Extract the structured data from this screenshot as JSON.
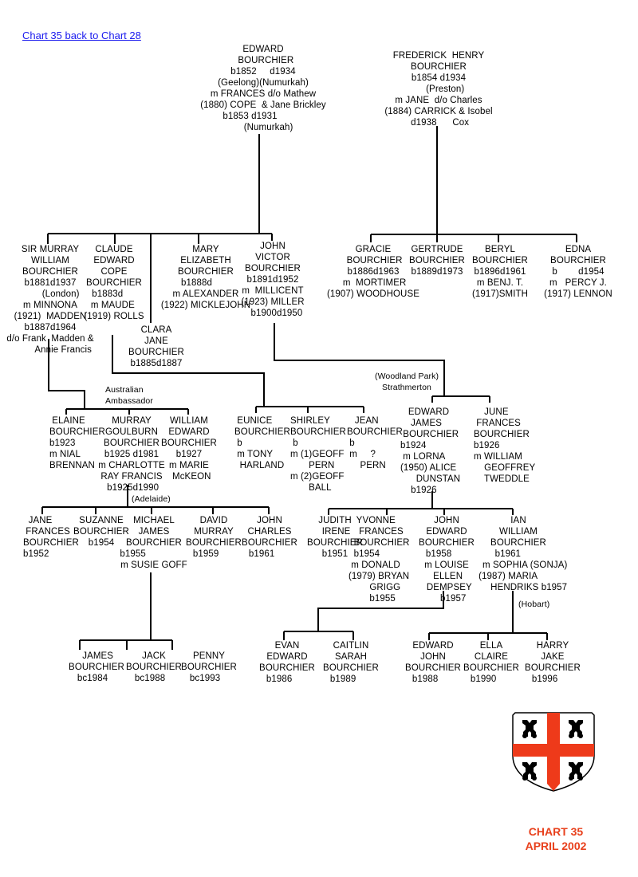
{
  "nav": {
    "back_link": "Chart 35 back to Chart 28"
  },
  "people": {
    "edward": "EDWARD\n  BOURCHIER\nb1852     d1934\n(Geelong)(Numurkah)\nm FRANCES d/o Mathew\n(1880) COPE  & Jane Brickley\nb1853 d1931          \n    (Numurkah)",
    "frederick": "FREDERICK  HENRY\nBOURCHIER\nb1854 d1934\n     (Preston)\nm JANE  d/o Charles\n(1884) CARRICK & Isobel\n d1938      Cox",
    "sir_murray": "SIR MURRAY\nWILLIAM\nBOURCHIER\nb1881d1937\n        (London)\nm MINNONA\n(1921)  MADDEN\nb1887d1964\nd/o Frank  Madden &\n          Annie Francis",
    "claude": "CLAUDE\nEDWARD\nCOPE\nBOURCHIER\nb1883d     \nm MAUDE \n(1919) ROLLS",
    "mary": "MARY\nELIZABETH\nBOURCHIER\nb1888d       \nm ALEXANDER\n(1922) MICKLEJOHN",
    "john_victor": "JOHN\nVICTOR\nBOURCHIER\nb1891d1952\nm  MILLICENT\n(1923) MILLER\n   b1900d1950",
    "clara": "CLARA\nJANE\nBOURCHIER\nb1885d1887",
    "gracie": "GRACIE\n BOURCHIER\nb1886d1963\n m  MORTIMER\n(1907) WOODHOUSE",
    "gertrude": "GERTRUDE\nBOURCHIER\nb1889d1973",
    "beryl": "BERYL\nBOURCHIER\nb1896d1961\nm BENJ. T.\n(1917)SMITH",
    "edna": "EDNA\nBOURCHIER\nb        d1954\nm   PERCY J.\n(1917) LENNON",
    "elaine": " ELAINE\nBOURCHIER\nb1923\nm NIAL\nBRENNAN",
    "murray_goulburn": "MURRAY\nGOULBURN\nBOURCHIER\nb1925 d1981\nm CHARLOTTE\nRAY FRANCIS\n b1925d1990",
    "william_edward": "WILLIAM\nEDWARD\nBOURCHIER\nb1927\nm MARIE\n  McKEON",
    "eunice": " EUNICE\nBOURCHIER\n b\n m TONY\n  HARLAND",
    "shirley": "SHIRLEY\nBOURCHIER\n b\nm (1)GEOFF\n       PERN\nm (2)GEOFF\n       BALL",
    "jean": "   JEAN\nBOURCHIER\n b\n m     ?\n     PERN",
    "edward_james": "   EDWARD\n    JAMES\n BOURCHIER\nb1924\n m LORNA\n(1950) ALICE\n      DUNSTAN\n    b1926",
    "june": "    JUNE\n FRANCES\nBOURCHIER\nb1926\nm WILLIAM\n    GEOFFREY\n    TWEDDLE",
    "jane_frances": "  JANE\n FRANCES\nBOURCHIER\nb1952",
    "suzanne": "SUZANNE\nBOURCHIER\nb1954",
    "michael": "MICHAEL\nJAMES\nBOURCHIER\nb1955                \nm SUSIE GOFF",
    "david": "DAVID\nMURRAY\nBOURCHIER\nb1959      ",
    "john_charles": "JOHN\nCHARLES\nBOURCHIER\nb1961      ",
    "judith": "JUDITH\n IRENE\nBOURCHIER\nb1951",
    "yvonne": "   YVONNE\n    FRANCES\n  BOURCHIER\n  b1954\n m DONALD\n(1979) BRYAN\n        GRIGG\n        b1955",
    "john_edward": "JOHN\nEDWARD\nBOURCHIER\nb1958      \nm LOUISE\n ELLEN\n  DEMPSEY\n     b1957",
    "ian": "IAN\nWILLIAM\nBOURCHIER\nb1961        \n     m SOPHIA (SONJA)\n(1987) MARIA        \n        HENDRIKS b1957",
    "james": " JAMES\nBOURCHIER\nbc1984   ",
    "jack": "JACK\nBOURCHIER\nbc1988   ",
    "penny": "PENNY\nBOURCHIER\nbc1993   ",
    "evan": "EVAN\nEDWARD\nBOURCHIER\nb1986      ",
    "caitlin": "CAITLIN\nSARAH\nBOURCHIER\nb1989      ",
    "edward_john": "EDWARD\nJOHN\nBOURCHIER\nb1988      ",
    "ella": "ELLA\nCLAIRE\nBOURCHIER\nb1990      ",
    "harry": "HARRY\nJAKE\nBOURCHIER\nb1996      "
  },
  "notes": {
    "woodland": "(Woodland Park)\n   Strathmerton",
    "ambassador": "Australian\nAmbassador",
    "adelaide": "(Adelaide)",
    "hobart": "(Hobart)"
  },
  "footer": {
    "chart": "CHART 35",
    "date": "APRIL 2002"
  },
  "colors": {
    "accent": "#e8401c",
    "link": "#1a1aee"
  }
}
